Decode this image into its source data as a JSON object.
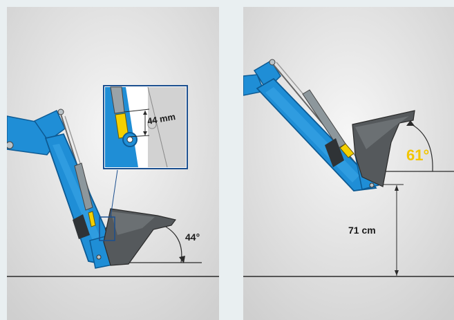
{
  "left_panel": {
    "inset_measure": "44 mm",
    "angle": "44°"
  },
  "right_panel": {
    "angle": "61°",
    "height": "71 cm"
  },
  "colors": {
    "arm_blue": "#1f8ed6",
    "arm_dark": "#0d5a93",
    "cylinder_yellow": "#f4d000",
    "highlight_text": "#f2c500",
    "bucket": "#55595c",
    "background": "#dcdcdc",
    "frame": "#e9eff1",
    "inset_border": "#1b4f8f"
  }
}
